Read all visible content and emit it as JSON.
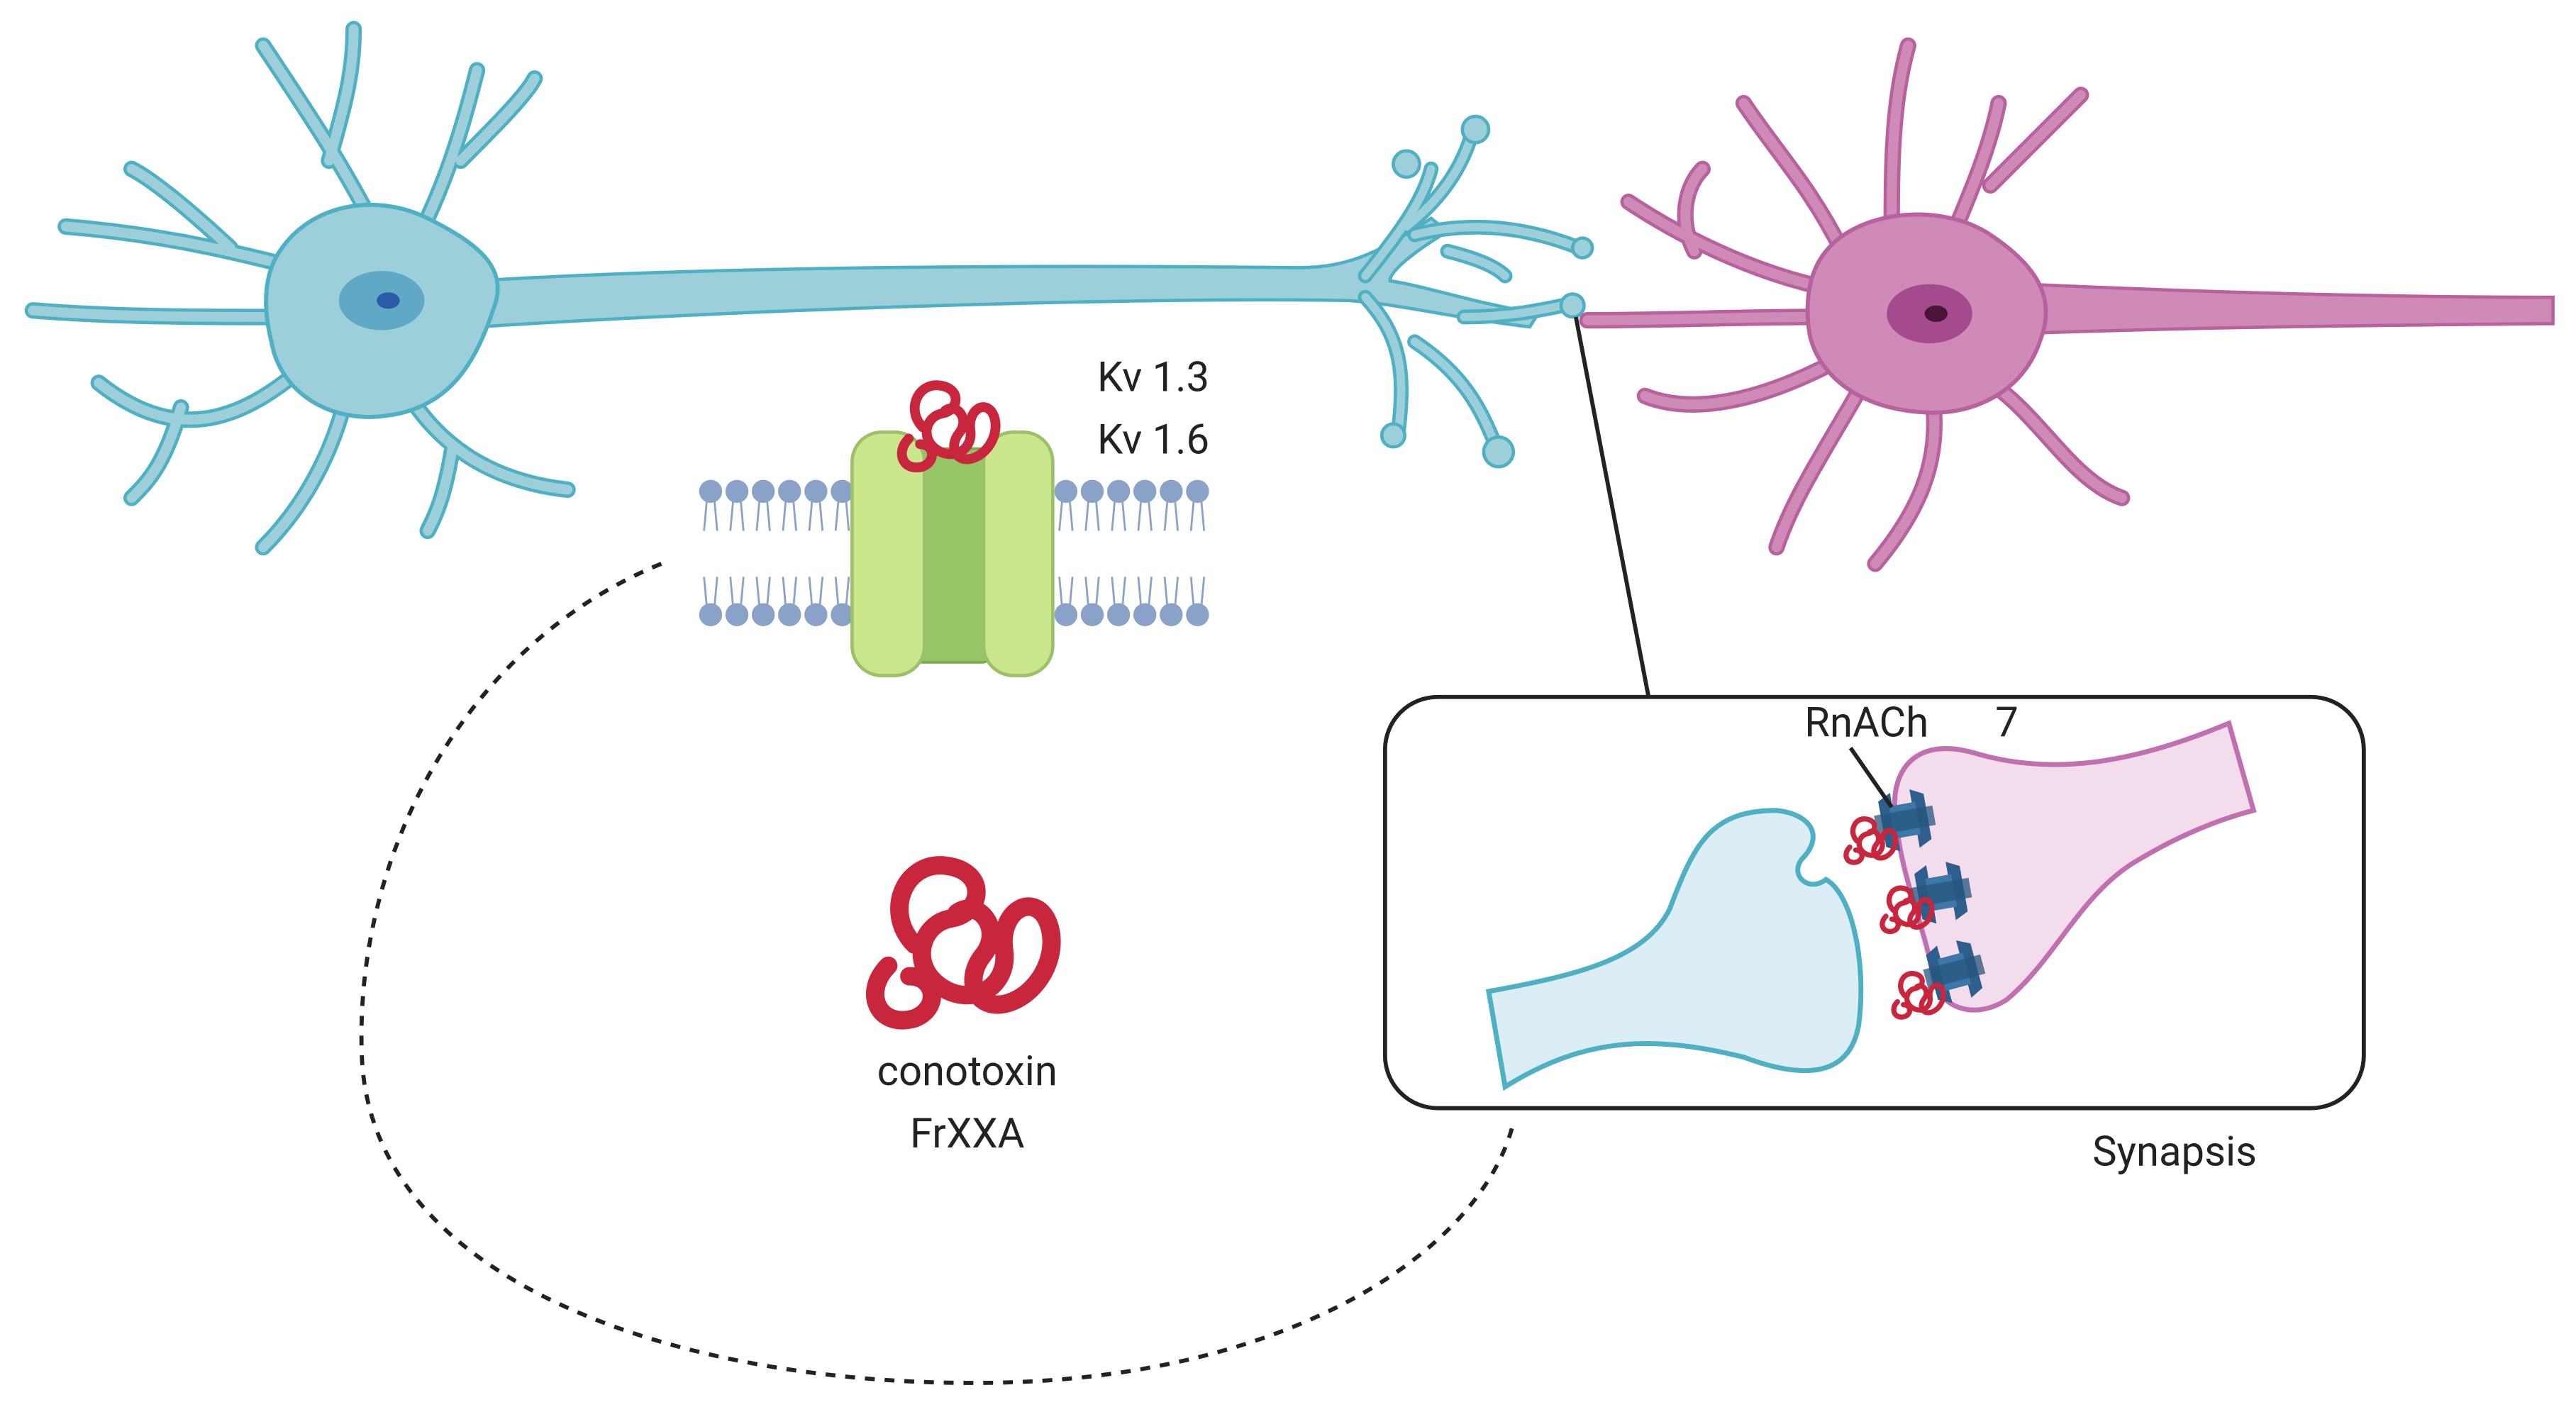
{
  "labels": {
    "kv13": "Kv 1.3",
    "kv16": "Kv 1.6",
    "toxin_line1": "conotoxin",
    "toxin_line2": "FrXXA",
    "receptor_a": "RnACh",
    "receptor_b": "7",
    "synapsis": "Synapsis"
  },
  "colors": {
    "presynaptic_neuron": "#9ccfda",
    "presynaptic_outline": "#4fb0c4",
    "postsynaptic_neuron": "#cf8ab8",
    "postsynaptic_outline": "#b8619f",
    "channel_light": "#c9e68c",
    "channel_dark": "#95c565",
    "membrane_head": "#8aa2c8",
    "toxin": "#c8263c",
    "receptor": "#2e5f8c"
  }
}
